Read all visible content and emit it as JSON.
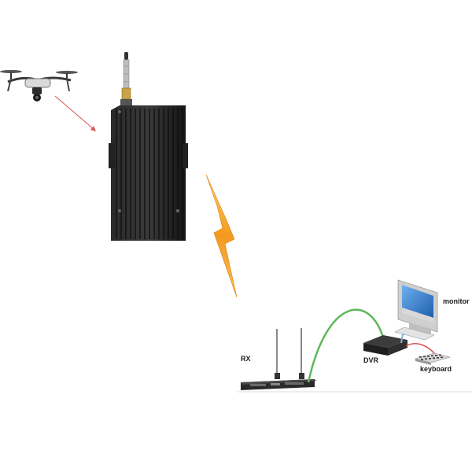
{
  "labels": {
    "rx": "RX",
    "dvr": "DVR",
    "monitor": "monitor",
    "keyboard": "keyboard"
  },
  "colors": {
    "background": "#ffffff",
    "drone_link_arrow": "#d9534f",
    "wireless_bolt": "#f0941c",
    "rx_to_dvr_cable": "#5cb85c",
    "dvr_to_monitor_cable": "#7fb2d9",
    "dvr_to_keyboard_cable": "#d9534f",
    "transmitter_body": "#1c1c1c",
    "monitor_screen": "#2f7fd0"
  },
  "icons": {
    "drone": "quadcopter-drone-icon",
    "transmitter": "video-transmitter-icon",
    "wireless": "lightning-bolt-icon",
    "receiver": "rack-receiver-icon",
    "dvr": "dvr-box-icon",
    "monitor": "crt-monitor-icon",
    "keyboard": "keyboard-icon"
  }
}
